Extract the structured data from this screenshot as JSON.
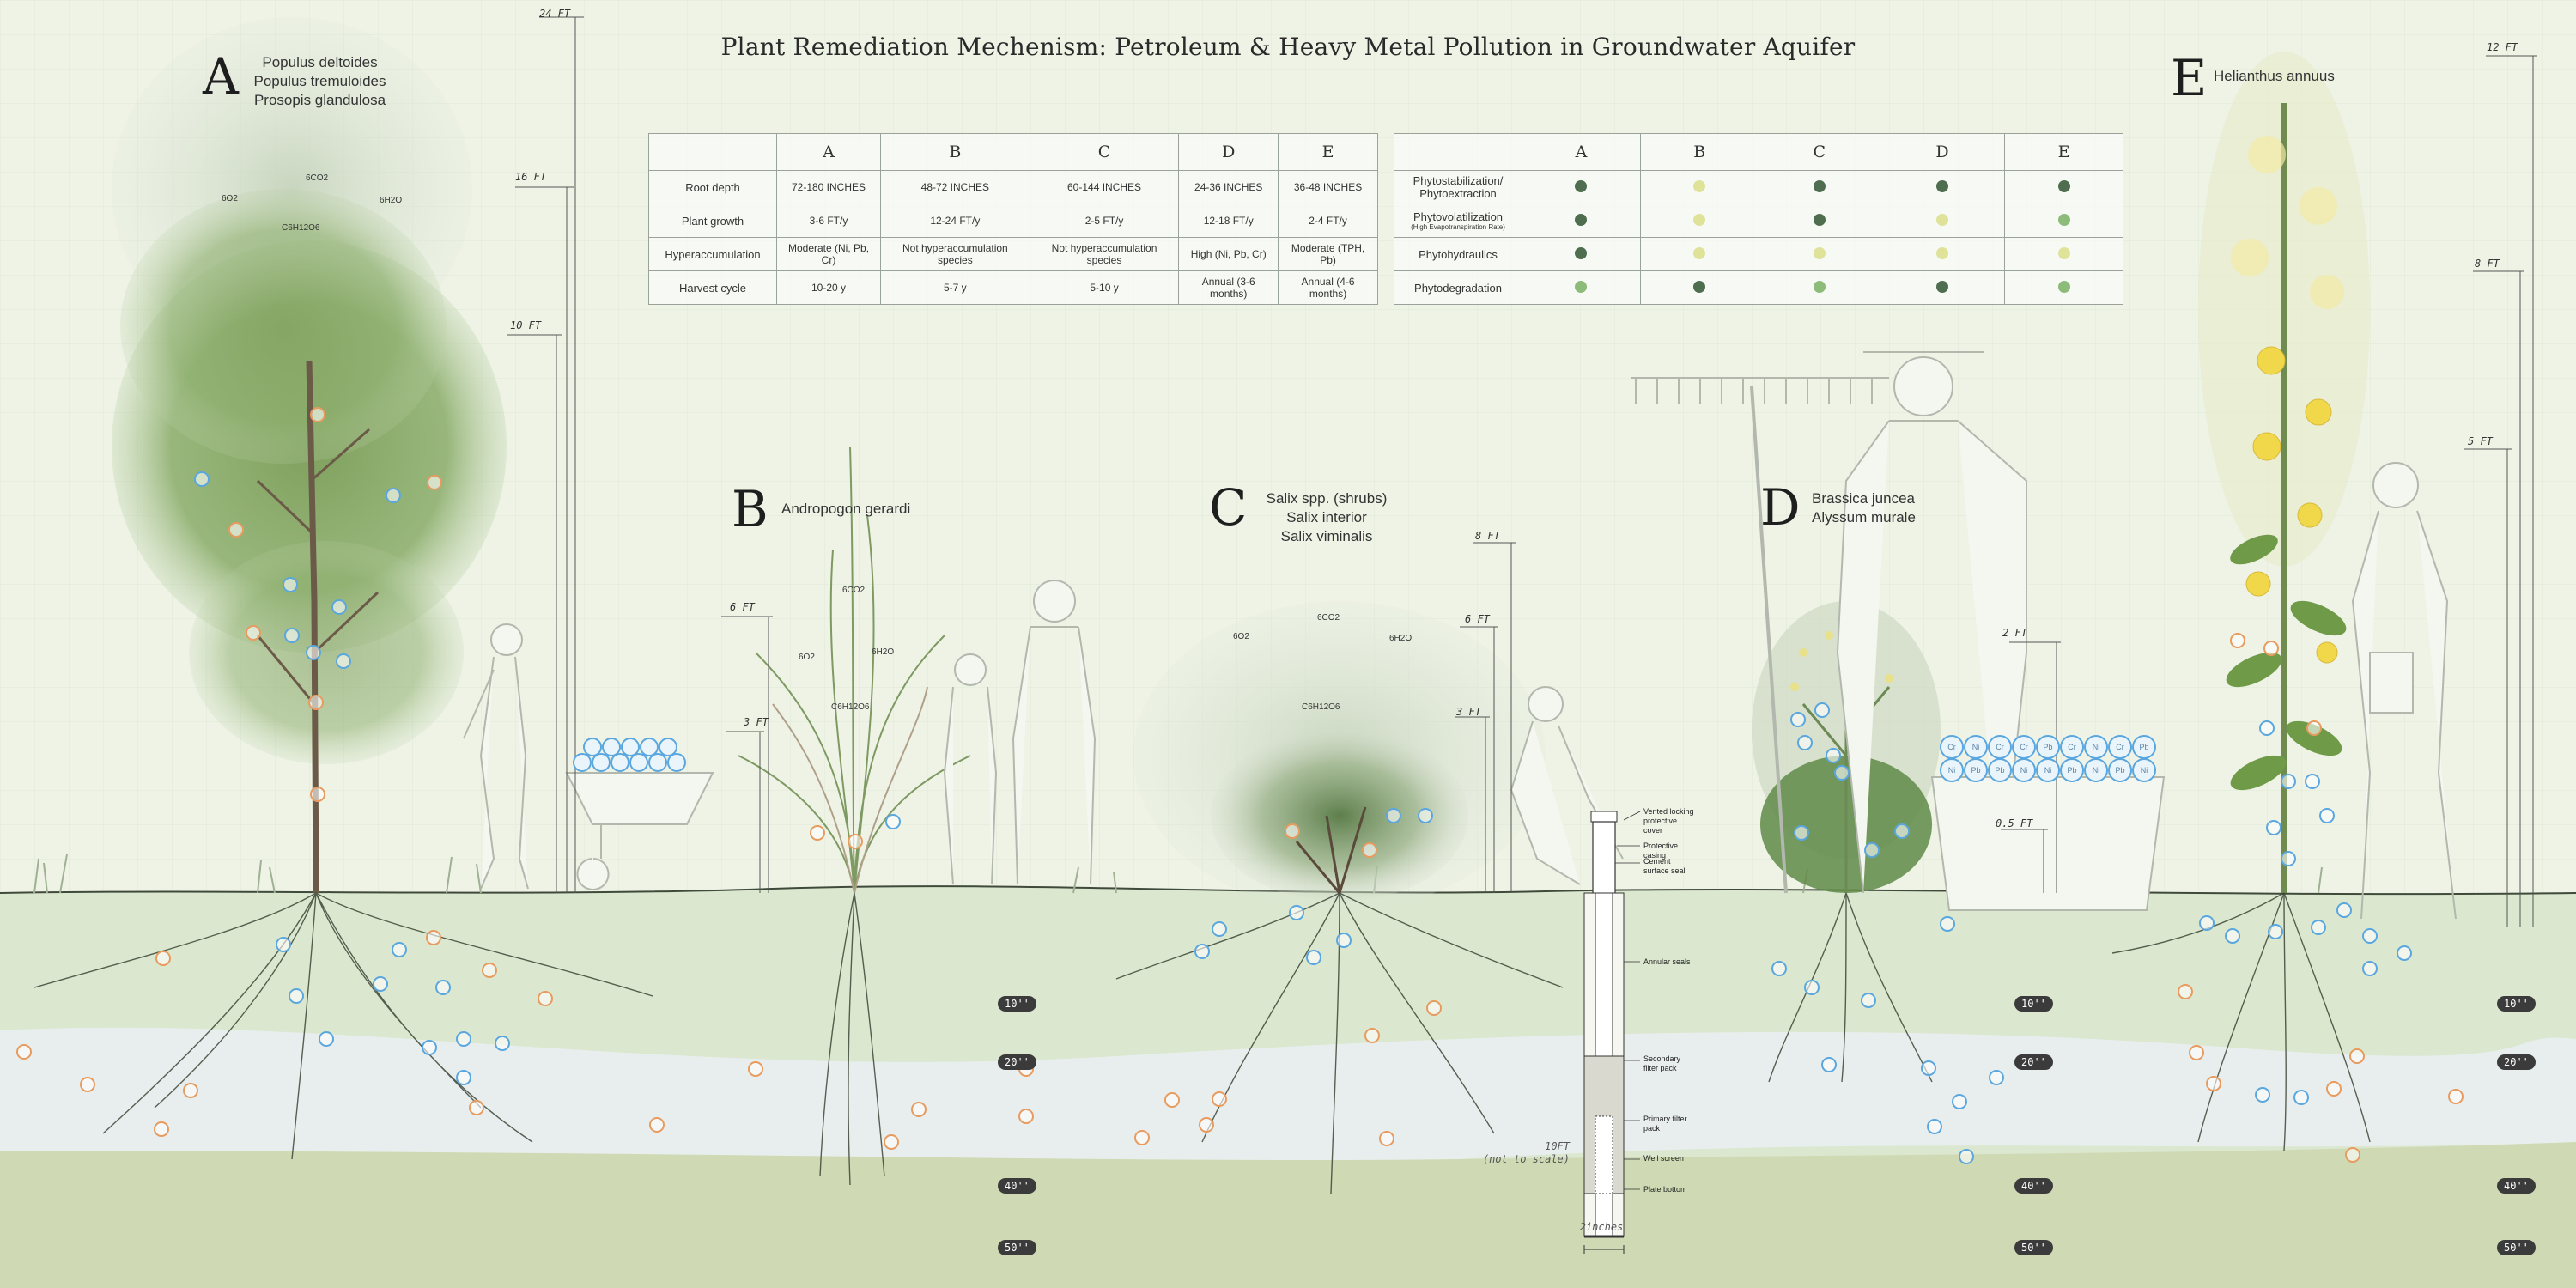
{
  "title": "Plant Remediation Mechenism: Petroleum & Heavy Metal Pollution in Groundwater Aquifer",
  "plants": {
    "A": {
      "letter": "A",
      "names": [
        "Populus deltoides",
        "Populus tremuloides",
        "Prosopis glandulosa"
      ]
    },
    "B": {
      "letter": "B",
      "names": [
        "Andropogon gerardi"
      ]
    },
    "C": {
      "letter": "C",
      "names": [
        "Salix spp. (shrubs)",
        "Salix interior",
        "Salix viminalis"
      ]
    },
    "D": {
      "letter": "D",
      "names": [
        "Brassica juncea",
        "Alyssum murale"
      ]
    },
    "E": {
      "letter": "E",
      "names": [
        "Helianthus annuus"
      ]
    }
  },
  "table1": {
    "headers": [
      "",
      "A",
      "B",
      "C",
      "D",
      "E"
    ],
    "rows": [
      {
        "label": "Root depth",
        "cells": [
          "72-180 INCHES",
          "48-72 INCHES",
          "60-144 INCHES",
          "24-36 INCHES",
          "36-48 INCHES"
        ]
      },
      {
        "label": "Plant growth",
        "cells": [
          "3-6 FT/y",
          "12-24 FT/y",
          "2-5 FT/y",
          "12-18 FT/y",
          "2-4 FT/y"
        ]
      },
      {
        "label": "Hyperaccumulation",
        "cells": [
          "Moderate (Ni, Pb, Cr)",
          "Not hyperaccumulation species",
          "Not hyperaccumulation species",
          "High (Ni, Pb, Cr)",
          "Moderate (TPH, Pb)"
        ]
      },
      {
        "label": "Harvest cycle",
        "cells": [
          "10-20 y",
          "5-7 y",
          "5-10 y",
          "Annual (3-6 months)",
          "Annual (4-6 months)"
        ]
      }
    ]
  },
  "table2": {
    "headers": [
      "",
      "A",
      "B",
      "C",
      "D",
      "E"
    ],
    "rows": [
      {
        "label": "Phytostabilization/ Phytoextraction",
        "sub": "",
        "levels": [
          "dark",
          "light",
          "dark",
          "dark",
          "dark"
        ]
      },
      {
        "label": "Phytovolatilization",
        "sub": "(High Evapotranspiration Rate)",
        "levels": [
          "dark",
          "light",
          "dark",
          "light",
          "medium"
        ]
      },
      {
        "label": "Phytohydraulics",
        "sub": "",
        "levels": [
          "dark",
          "light",
          "light",
          "light",
          "light"
        ]
      },
      {
        "label": "Phytodegradation",
        "sub": "",
        "levels": [
          "medium",
          "dark",
          "medium",
          "dark",
          "medium"
        ]
      }
    ],
    "level_colors": {
      "dark": "#4f6d4f",
      "medium": "#8dbb7a",
      "light": "#dfe39a"
    }
  },
  "gases": {
    "o2": "6O2",
    "co2": "6CO2",
    "h2o": "6H2O",
    "glucose": "C6H12O6"
  },
  "heights": {
    "A": [
      "24 FT",
      "16 FT",
      "10 FT"
    ],
    "B": [
      "6 FT",
      "3 FT"
    ],
    "C": [
      "8 FT",
      "6 FT",
      "3 FT"
    ],
    "D": [
      "2 FT",
      "0.5 FT"
    ],
    "E": [
      "12 FT",
      "8 FT",
      "5 FT"
    ]
  },
  "depths": [
    "10''",
    "20''",
    "40''",
    "50''"
  ],
  "well": {
    "labels": [
      "Vented locking protective cover",
      "Protective casing",
      "Cement surface seal",
      "Annular seals",
      "Secondary filter pack",
      "Primary filter pack",
      "Well screen",
      "Plate bottom"
    ],
    "depth_note": [
      "10FT",
      "(not to scale)"
    ],
    "width": "2inches"
  },
  "metals": [
    "Ni",
    "Pb",
    "Pb",
    "Ni",
    "Ni",
    "Pb",
    "Ni",
    "Pb",
    "Ni",
    "Cr",
    "Ni",
    "Cr",
    "Cr",
    "Pb",
    "Cr",
    "Ni",
    "Cr",
    "Pb"
  ],
  "colors": {
    "bg": "#eef3e6",
    "soil_top": "#d9e6cf",
    "water": "#e6eeee",
    "soil_bottom": "#cfdab2",
    "orange": "#e89b5e",
    "blue": "#5aa7df",
    "foliage": "#6f9a55"
  }
}
